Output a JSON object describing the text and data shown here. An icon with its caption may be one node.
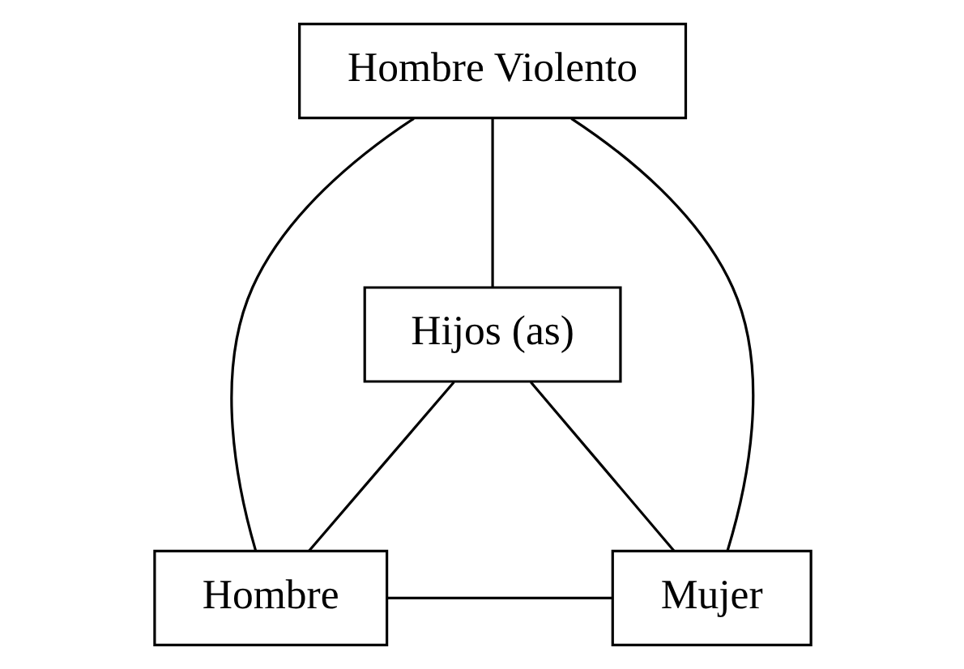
{
  "diagram": {
    "nodes": [
      {
        "text": [
          "Hombre Violento"
        ]
      },
      {
        "text": [
          "Hijos (as)"
        ]
      },
      {
        "text": [
          "Mujer"
        ]
      },
      {
        "text": [
          "Hombre"
        ]
      }
    ],
    "edges": [
      {
        "from": 0,
        "to": 3,
        "arrow": "none"
      },
      {
        "from": 0,
        "to": 1,
        "arrow": "none"
      },
      {
        "from": 0,
        "to": 2,
        "arrow": "none"
      },
      {
        "from": 1,
        "to": 3,
        "arrow": "none"
      },
      {
        "from": 1,
        "to": 2,
        "arrow": "none"
      },
      {
        "from": 3,
        "to": 2,
        "arrow": "none"
      }
    ]
  }
}
